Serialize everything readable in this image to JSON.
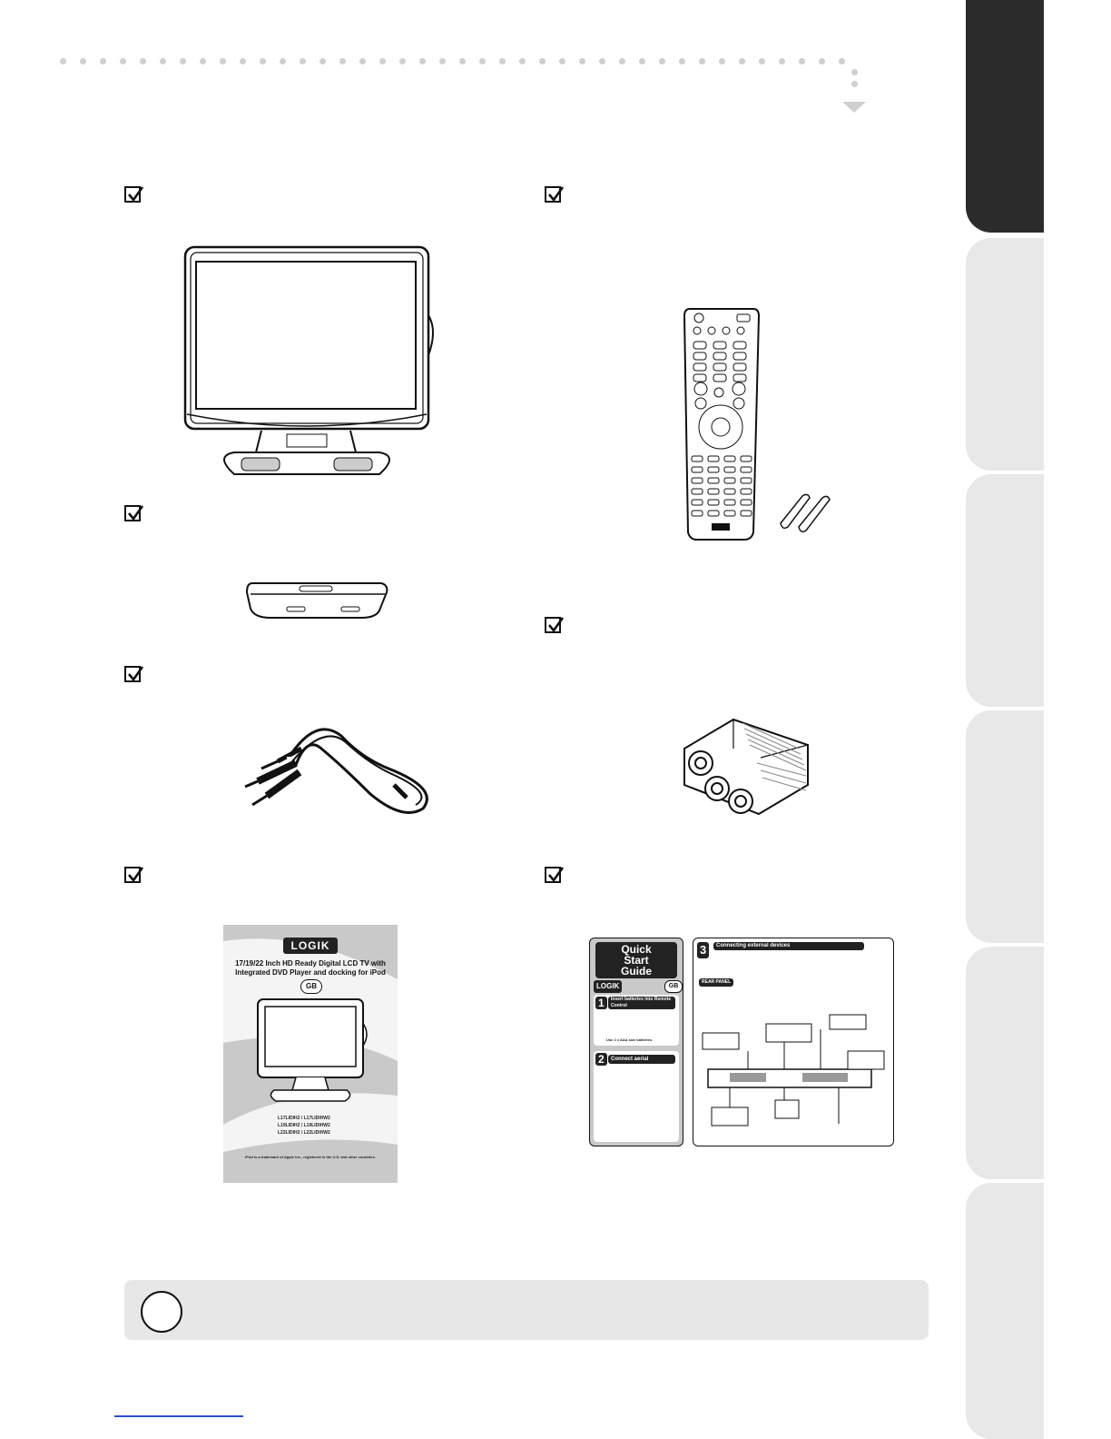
{
  "cover": {
    "logo": "LOGIK",
    "title": "17/19/22 Inch HD Ready Digital LCD TV with Integrated DVD Player and docking for iPod",
    "region": "GB",
    "models": [
      "L17LIDIH2 / L17LIDIHW2",
      "L19LIDIH2 / L19LIDIHW2",
      "L22LIDIH2 / L22LIDIHW2"
    ],
    "footer": "iPod is a trademark of Apple Inc., registered in the U.S. and other countries."
  },
  "quick_start": {
    "title_lines": [
      "Quick",
      "Start",
      "Guide"
    ],
    "logo": "LOGIK",
    "region": "GB",
    "step1": {
      "num": "1",
      "title": "Insert batteries into Remote Control",
      "caption": "Use 2 x AAA size batteries."
    },
    "step2": {
      "num": "2",
      "title": "Connect aerial"
    },
    "step3": {
      "num": "3",
      "title": "Connecting external devices",
      "panel": "REAR PANEL"
    }
  },
  "icons": {
    "checkbox": "checkbox-checked-icon",
    "note": "note-icon"
  }
}
